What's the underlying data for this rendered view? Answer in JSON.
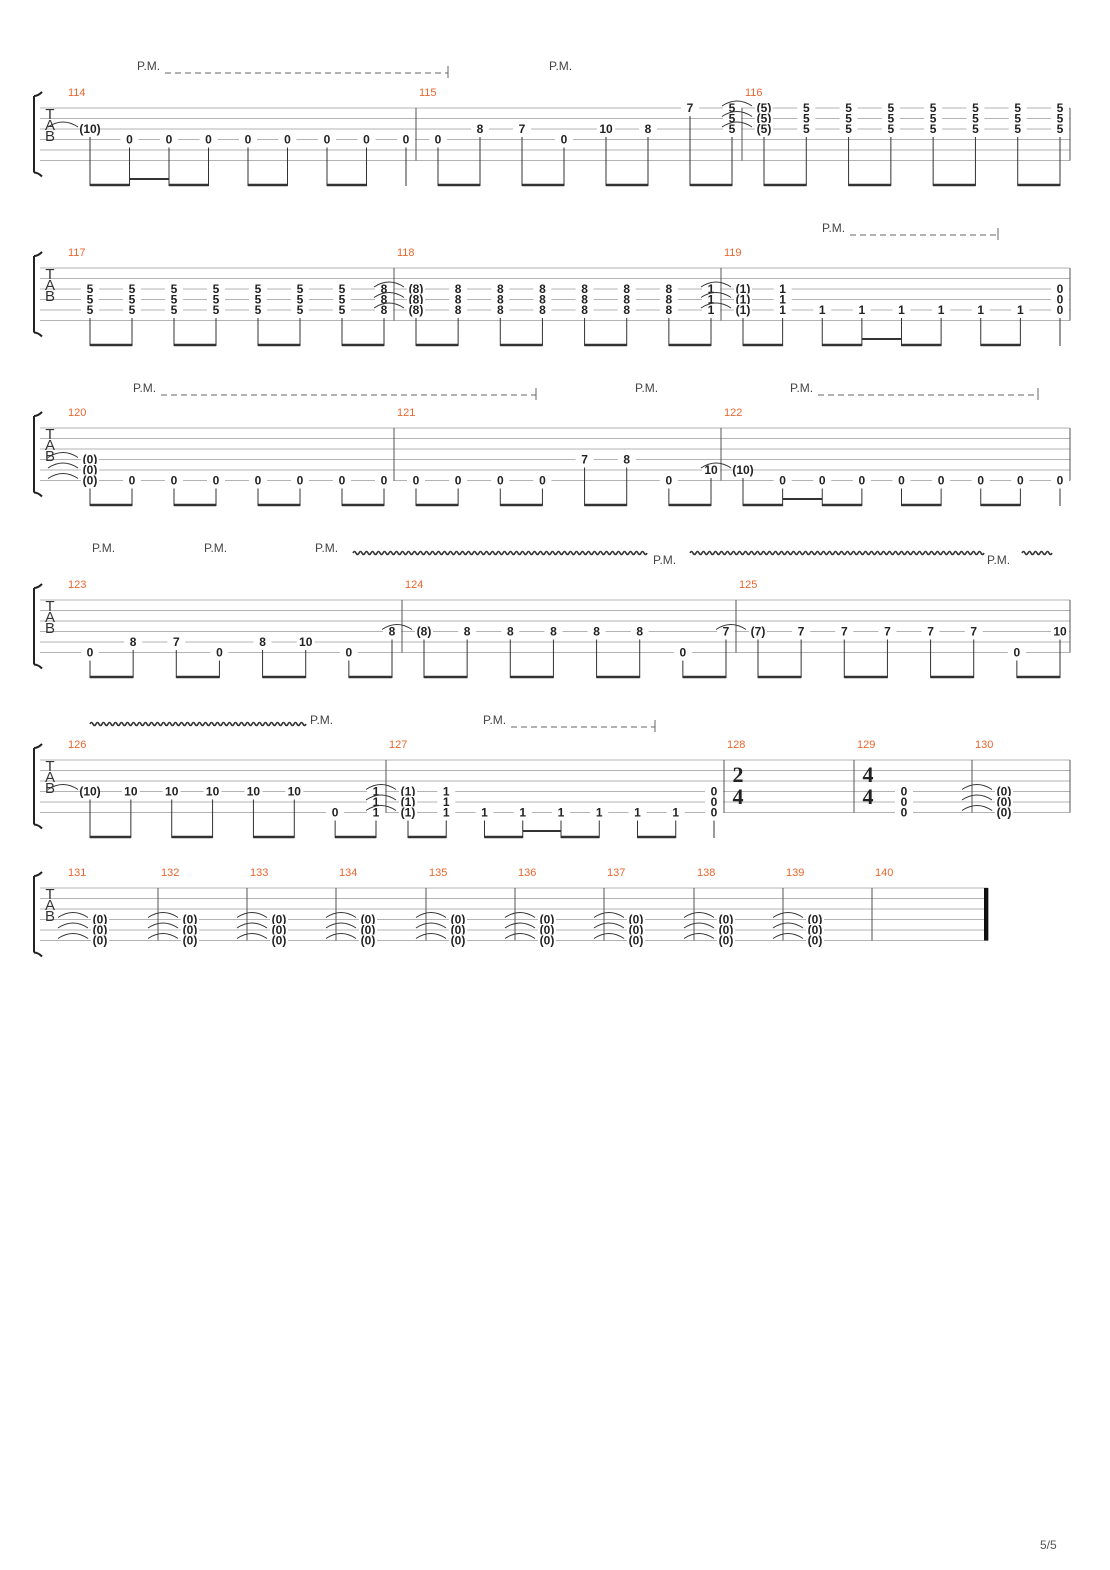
{
  "page": {
    "number": "5/5"
  },
  "tab_clef": [
    "T",
    "A",
    "B"
  ],
  "pm_label": "P.M.",
  "systems": [
    {
      "pm": [
        [
          0.0,
          0.16
        ],
        [
          0.2,
          0.22
        ]
      ],
      "measures": [
        {
          "num": "114",
          "ts": null,
          "notes": [
            {
              "f": {
                "2": "(10)"
              }
            },
            {
              "f": {
                "3": "0"
              }
            },
            {
              "f": {
                "3": "0"
              },
              "beam16": true
            },
            {
              "f": {
                "3": "0"
              }
            },
            {
              "f": {
                "3": "0"
              }
            },
            {
              "f": {
                "3": "0"
              }
            },
            {
              "f": {
                "3": "0"
              }
            },
            {
              "f": {
                "3": "0"
              }
            },
            {
              "f": {
                "3": "0"
              }
            }
          ]
        },
        {
          "num": "115",
          "ts": null,
          "notes": [
            {
              "f": {
                "3": "0"
              }
            },
            {
              "f": {
                "2": "8"
              }
            },
            {
              "f": {
                "2": "7"
              }
            },
            {
              "f": {
                "3": "0"
              }
            },
            {
              "f": {
                "2": "10"
              }
            },
            {
              "f": {
                "2": "8"
              }
            },
            {
              "f": {
                "0": "7"
              }
            },
            {
              "f": {
                "0": "5",
                "1": "5",
                "2": "5"
              }
            }
          ]
        },
        {
          "num": "116",
          "ts": null,
          "notes": [
            {
              "f": {
                "0": "(5)",
                "1": "(5)",
                "2": "(5)"
              }
            },
            {
              "f": {
                "0": "5",
                "1": "5",
                "2": "5"
              }
            },
            {
              "f": {
                "0": "5",
                "1": "5",
                "2": "5"
              }
            },
            {
              "f": {
                "0": "5",
                "1": "5",
                "2": "5"
              }
            },
            {
              "f": {
                "0": "5",
                "1": "5",
                "2": "5"
              }
            },
            {
              "f": {
                "0": "5",
                "1": "5",
                "2": "5"
              }
            },
            {
              "f": {
                "0": "5",
                "1": "5",
                "2": "5"
              }
            },
            {
              "f": {
                "0": "5",
                "1": "5",
                "2": "5"
              }
            }
          ]
        }
      ]
    },
    {
      "pm": [],
      "measures": [
        {
          "num": "117",
          "ts": null,
          "notes": [
            {
              "f": {
                "2": "5",
                "3": "5",
                "4": "5"
              }
            },
            {
              "f": {
                "2": "5",
                "3": "5",
                "4": "5"
              }
            },
            {
              "f": {
                "2": "5",
                "3": "5",
                "4": "5"
              }
            },
            {
              "f": {
                "2": "5",
                "3": "5",
                "4": "5"
              }
            },
            {
              "f": {
                "2": "5",
                "3": "5",
                "4": "5"
              }
            },
            {
              "f": {
                "2": "5",
                "3": "5",
                "4": "5"
              }
            },
            {
              "f": {
                "2": "5",
                "3": "5",
                "4": "5"
              }
            },
            {
              "f": {
                "2": "8",
                "3": "8",
                "4": "8"
              }
            }
          ]
        },
        {
          "num": "118",
          "ts": null,
          "notes": [
            {
              "f": {
                "2": "(8)",
                "3": "(8)",
                "4": "(8)"
              }
            },
            {
              "f": {
                "2": "8",
                "3": "8",
                "4": "8"
              }
            },
            {
              "f": {
                "2": "8",
                "3": "8",
                "4": "8"
              }
            },
            {
              "f": {
                "2": "8",
                "3": "8",
                "4": "8"
              }
            },
            {
              "f": {
                "2": "8",
                "3": "8",
                "4": "8"
              }
            },
            {
              "f": {
                "2": "8",
                "3": "8",
                "4": "8"
              }
            },
            {
              "f": {
                "2": "8",
                "3": "8",
                "4": "8"
              }
            },
            {
              "f": {
                "2": "1",
                "3": "1",
                "4": "1"
              }
            }
          ]
        },
        {
          "num": "119",
          "ts": null,
          "notes": [
            {
              "f": {
                "2": "(1)",
                "3": "(1)",
                "4": "(1)"
              }
            },
            {
              "f": {
                "2": "1",
                "3": "1",
                "4": "1"
              }
            },
            {
              "f": {
                "4": "1"
              }
            },
            {
              "f": {
                "4": "1"
              }
            },
            {
              "f": {
                "4": "1"
              },
              "beam16": true
            },
            {
              "f": {
                "4": "1"
              }
            },
            {
              "f": {
                "4": "1"
              }
            },
            {
              "f": {
                "4": "1"
              }
            },
            {
              "f": {
                "2": "0",
                "3": "0",
                "4": "0"
              }
            }
          ]
        }
      ]
    },
    {
      "pm": [],
      "measures": [
        {
          "num": "120",
          "ts": null,
          "notes": [
            {
              "f": {
                "3": "(0)",
                "4": "(0)",
                "5": "(0)"
              }
            },
            {
              "f": {
                "5": "0"
              }
            },
            {
              "f": {
                "5": "0"
              }
            },
            {
              "f": {
                "5": "0"
              }
            },
            {
              "f": {
                "5": "0"
              }
            },
            {
              "f": {
                "5": "0"
              }
            },
            {
              "f": {
                "5": "0"
              }
            },
            {
              "f": {
                "5": "0"
              }
            }
          ]
        },
        {
          "num": "121",
          "ts": null,
          "notes": [
            {
              "f": {
                "5": "0"
              }
            },
            {
              "f": {
                "5": "0"
              }
            },
            {
              "f": {
                "5": "0"
              }
            },
            {
              "f": {
                "5": "0"
              }
            },
            {
              "f": {
                "3": "7"
              }
            },
            {
              "f": {
                "3": "8"
              }
            },
            {
              "f": {
                "5": "0"
              }
            },
            {
              "f": {
                "4": "10"
              }
            }
          ]
        },
        {
          "num": "122",
          "ts": null,
          "notes": [
            {
              "f": {
                "4": "(10)"
              }
            },
            {
              "f": {
                "5": "0"
              }
            },
            {
              "f": {
                "5": "0"
              },
              "beam16": true
            },
            {
              "f": {
                "5": "0"
              }
            },
            {
              "f": {
                "5": "0"
              }
            },
            {
              "f": {
                "5": "0"
              }
            },
            {
              "f": {
                "5": "0"
              }
            },
            {
              "f": {
                "5": "0"
              }
            },
            {
              "f": {
                "5": "0"
              }
            }
          ]
        }
      ]
    },
    {
      "pm": [],
      "measures": [
        {
          "num": "123",
          "ts": null,
          "notes": [
            {
              "f": {
                "5": "0"
              }
            },
            {
              "f": {
                "4": "8"
              }
            },
            {
              "f": {
                "4": "7"
              }
            },
            {
              "f": {
                "5": "0"
              }
            },
            {
              "f": {
                "4": "8"
              }
            },
            {
              "f": {
                "4": "10"
              }
            },
            {
              "f": {
                "5": "0"
              }
            },
            {
              "f": {
                "3": "8"
              }
            }
          ]
        },
        {
          "num": "124",
          "ts": null,
          "notes": [
            {
              "f": {
                "3": "(8)"
              }
            },
            {
              "f": {
                "3": "8"
              }
            },
            {
              "f": {
                "3": "8"
              }
            },
            {
              "f": {
                "3": "8"
              }
            },
            {
              "f": {
                "3": "8"
              }
            },
            {
              "f": {
                "3": "8"
              }
            },
            {
              "f": {
                "5": "0"
              }
            },
            {
              "f": {
                "3": "7"
              }
            }
          ]
        },
        {
          "num": "125",
          "ts": null,
          "notes": [
            {
              "f": {
                "3": "(7)"
              }
            },
            {
              "f": {
                "3": "7"
              }
            },
            {
              "f": {
                "3": "7"
              }
            },
            {
              "f": {
                "3": "7"
              }
            },
            {
              "f": {
                "3": "7"
              }
            },
            {
              "f": {
                "3": "7"
              }
            },
            {
              "f": {
                "5": "0"
              }
            },
            {
              "f": {
                "3": "10"
              }
            }
          ]
        }
      ]
    },
    {
      "pm": [],
      "measures": [
        {
          "num": "126",
          "ts": null,
          "notes": [
            {
              "f": {
                "3": "(10)"
              }
            },
            {
              "f": {
                "3": "10"
              }
            },
            {
              "f": {
                "3": "10"
              }
            },
            {
              "f": {
                "3": "10"
              }
            },
            {
              "f": {
                "3": "10"
              }
            },
            {
              "f": {
                "3": "10"
              }
            },
            {
              "f": {
                "5": "0"
              }
            },
            {
              "f": {
                "3": "1",
                "4": "1",
                "5": "1"
              }
            }
          ]
        },
        {
          "num": "127",
          "ts": null,
          "notes": [
            {
              "f": {
                "3": "(1)",
                "4": "(1)",
                "5": "(1)"
              }
            },
            {
              "f": {
                "3": "1",
                "4": "1",
                "5": "1"
              }
            },
            {
              "f": {
                "5": "1"
              }
            },
            {
              "f": {
                "5": "1"
              }
            },
            {
              "f": {
                "5": "1"
              },
              "beam16": true
            },
            {
              "f": {
                "5": "1"
              }
            },
            {
              "f": {
                "5": "1"
              }
            },
            {
              "f": {
                "5": "1"
              }
            },
            {
              "f": {
                "3": "0",
                "4": "0",
                "5": "0"
              }
            }
          ]
        },
        {
          "num": "128",
          "ts": [
            "2",
            "4"
          ],
          "notes": []
        },
        {
          "num": "129",
          "ts": [
            "4",
            "4"
          ],
          "notes": [
            {
              "f": {
                "3": "0",
                "4": "0",
                "5": "0"
              }
            }
          ]
        },
        {
          "num": "130",
          "ts": null,
          "notes": [
            {
              "f": {
                "3": "(0)",
                "4": "(0)",
                "5": "(0)"
              }
            }
          ]
        }
      ]
    },
    {
      "pm": [],
      "measures": [
        {
          "num": "131",
          "ts": null,
          "notes": [
            {
              "f": {
                "3": "(0)",
                "4": "(0)",
                "5": "(0)"
              }
            }
          ]
        },
        {
          "num": "132",
          "ts": null,
          "notes": [
            {
              "f": {
                "3": "(0)",
                "4": "(0)",
                "5": "(0)"
              }
            }
          ]
        },
        {
          "num": "133",
          "ts": null,
          "notes": [
            {
              "f": {
                "3": "(0)",
                "4": "(0)",
                "5": "(0)"
              }
            }
          ]
        },
        {
          "num": "134",
          "ts": null,
          "notes": [
            {
              "f": {
                "3": "(0)",
                "4": "(0)",
                "5": "(0)"
              }
            }
          ]
        },
        {
          "num": "135",
          "ts": null,
          "notes": [
            {
              "f": {
                "3": "(0)",
                "4": "(0)",
                "5": "(0)"
              }
            }
          ]
        },
        {
          "num": "136",
          "ts": null,
          "notes": [
            {
              "f": {
                "3": "(0)",
                "4": "(0)",
                "5": "(0)"
              }
            }
          ]
        },
        {
          "num": "137",
          "ts": null,
          "notes": [
            {
              "f": {
                "3": "(0)",
                "4": "(0)",
                "5": "(0)"
              }
            }
          ]
        },
        {
          "num": "138",
          "ts": null,
          "notes": [
            {
              "f": {
                "3": "(0)",
                "4": "(0)",
                "5": "(0)"
              }
            }
          ]
        },
        {
          "num": "139",
          "ts": null,
          "notes": [
            {
              "f": {
                "3": "(0)",
                "4": "(0)",
                "5": "(0)"
              }
            }
          ]
        },
        {
          "num": "140",
          "ts": null,
          "notes": []
        }
      ]
    }
  ]
}
